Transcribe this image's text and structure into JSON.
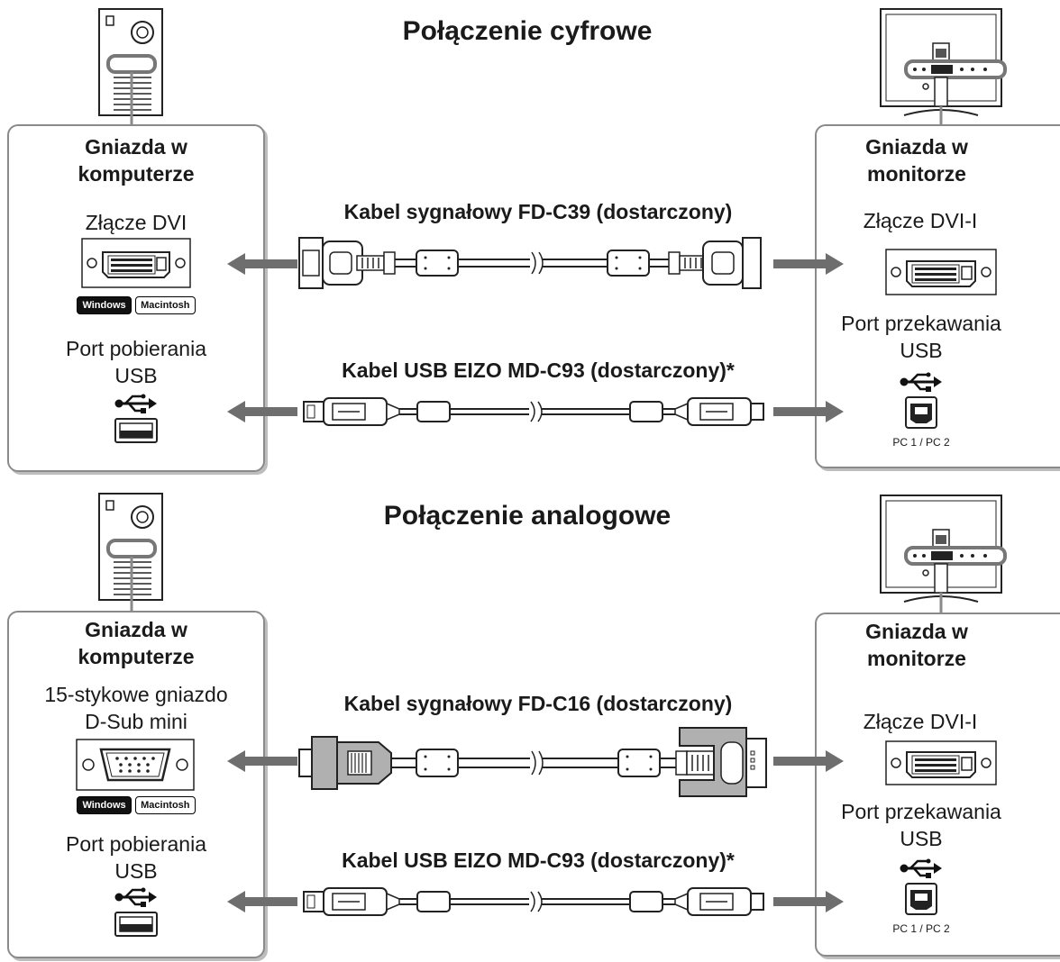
{
  "digital": {
    "title": "Połączenie cyfrowe",
    "pc_panel": {
      "heading_line1": "Gniazda w",
      "heading_line2": "komputerze",
      "connector": "Złącze DVI",
      "badge_windows": "Windows",
      "badge_mac": "Macintosh",
      "usb_line1": "Port pobierania",
      "usb_line2": "USB"
    },
    "monitor_panel": {
      "heading_line1": "Gniazda w",
      "heading_line2": "monitorze",
      "connector": "Złącze DVI-I",
      "usb_line1": "Port przekawania",
      "usb_line2": "USB",
      "pc_label": "PC 1 / PC 2"
    },
    "signal_cable": "Kabel sygnałowy FD-C39 (dostarczony)",
    "usb_cable": "Kabel USB EIZO MD-C93 (dostarczony)*"
  },
  "analog": {
    "title": "Połączenie analogowe",
    "pc_panel": {
      "heading_line1": "Gniazda w",
      "heading_line2": "komputerze",
      "connector_line1": "15-stykowe gniazdo",
      "connector_line2": "D-Sub mini",
      "badge_windows": "Windows",
      "badge_mac": "Macintosh",
      "usb_line1": "Port pobierania",
      "usb_line2": "USB"
    },
    "monitor_panel": {
      "heading_line1": "Gniazda w",
      "heading_line2": "monitorze",
      "connector": "Złącze DVI-I",
      "usb_line1": "Port przekawania",
      "usb_line2": "USB",
      "pc_label": "PC 1 / PC 2"
    },
    "signal_cable": "Kabel sygnałowy FD-C16 (dostarczony)",
    "usb_cable": "Kabel USB EIZO MD-C93 (dostarczony)*"
  },
  "icons": [
    "pc-tower-icon",
    "monitor-back-icon",
    "dvi-port-icon",
    "vga-port-icon",
    "usb-symbol-icon",
    "usb-a-port-icon",
    "usb-b-port-icon",
    "arrow-left-icon",
    "arrow-right-icon"
  ],
  "colors": {
    "arrow": "#6e6e6e",
    "panel_border": "#8a8a8a",
    "connector_fill": "#b0b0b0"
  }
}
